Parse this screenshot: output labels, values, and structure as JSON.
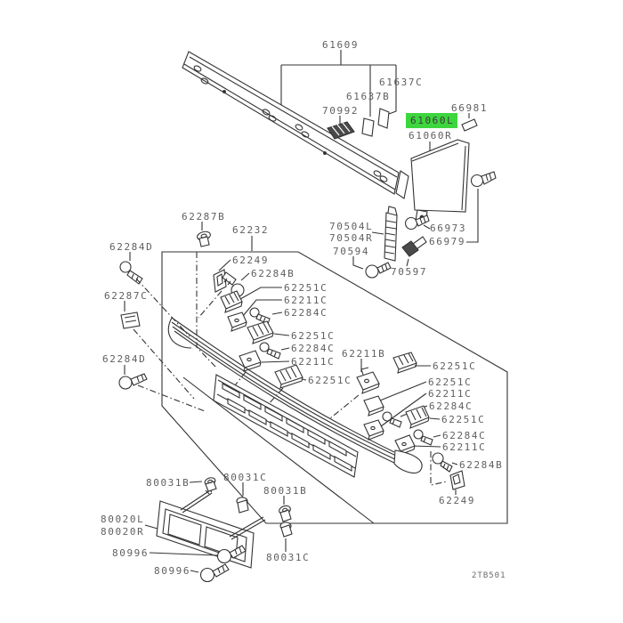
{
  "diagram": {
    "code": "2TB501",
    "selected_part": "61060L",
    "highlight_color": "#3ed63e",
    "line_color": "#333333",
    "text_color": "#5f5f5f",
    "description": "Exploded parts diagram: front bumper reinforcement, corner panel, radiator grille with mounting clips, license plate bracket"
  },
  "labels": [
    {
      "text": "61609"
    },
    {
      "text": "61637C"
    },
    {
      "text": "61637B"
    },
    {
      "text": "70992"
    },
    {
      "text": "61060L",
      "highlighted": true
    },
    {
      "text": "61060R"
    },
    {
      "text": "66981"
    },
    {
      "text": "70504L"
    },
    {
      "text": "70504R"
    },
    {
      "text": "70594"
    },
    {
      "text": "66973"
    },
    {
      "text": "66979"
    },
    {
      "text": "70597"
    },
    {
      "text": "62287B"
    },
    {
      "text": "62232"
    },
    {
      "text": "62284D"
    },
    {
      "text": "62287C"
    },
    {
      "text": "62284D"
    },
    {
      "text": "62249"
    },
    {
      "text": "62284B"
    },
    {
      "text": "62251C"
    },
    {
      "text": "62211C"
    },
    {
      "text": "62284C"
    },
    {
      "text": "62251C"
    },
    {
      "text": "62284C"
    },
    {
      "text": "62211C"
    },
    {
      "text": "62251C"
    },
    {
      "text": "62211B"
    },
    {
      "text": "62251C"
    },
    {
      "text": "62251C"
    },
    {
      "text": "62211C"
    },
    {
      "text": "62284C"
    },
    {
      "text": "62251C"
    },
    {
      "text": "62284C"
    },
    {
      "text": "62211C"
    },
    {
      "text": "62284B"
    },
    {
      "text": "62249"
    },
    {
      "text": "80031B"
    },
    {
      "text": "80031C"
    },
    {
      "text": "80031B"
    },
    {
      "text": "80020L"
    },
    {
      "text": "80020R"
    },
    {
      "text": "80996"
    },
    {
      "text": "80996"
    },
    {
      "text": "80031C"
    },
    {
      "text": "2TB501"
    }
  ]
}
